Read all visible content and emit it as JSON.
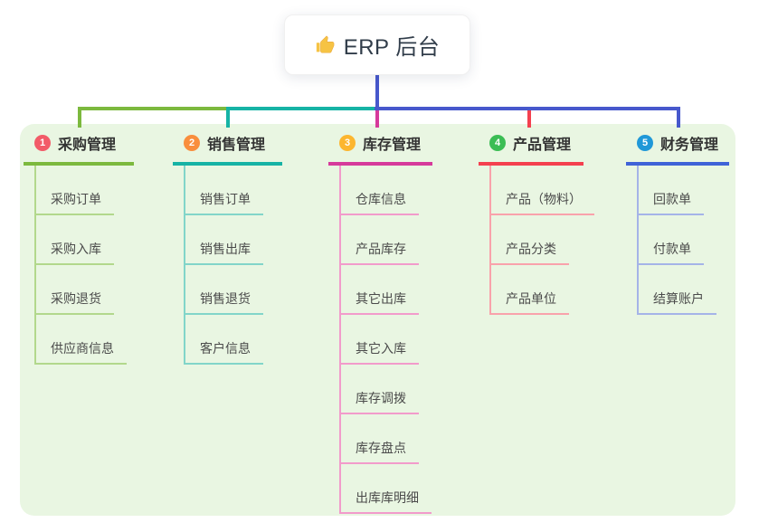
{
  "root": {
    "title": "ERP 后台",
    "icon": "thumbs-up-icon"
  },
  "colors": {
    "root_line": "#4758cc",
    "panel_bg": "#e9f6e2",
    "title_text": "#333333",
    "child_text": "#4b4b4b"
  },
  "branches": [
    {
      "badge": "1",
      "title": "采购管理",
      "badge_color": "#f25b68",
      "line_color": "#7cb93e",
      "child_line_color": "#b2d88c",
      "children": [
        "采购订单",
        "采购入库",
        "采购退货",
        "供应商信息"
      ]
    },
    {
      "badge": "2",
      "title": "销售管理",
      "badge_color": "#f98e3d",
      "line_color": "#16b3a5",
      "child_line_color": "#82d5c9",
      "children": [
        "销售订单",
        "销售出库",
        "销售退货",
        "客户信息"
      ]
    },
    {
      "badge": "3",
      "title": "库存管理",
      "badge_color": "#fcb62f",
      "line_color": "#d63a9b",
      "child_line_color": "#f29bcb",
      "children": [
        "仓库信息",
        "产品库存",
        "其它出库",
        "其它入库",
        "库存调拨",
        "库存盘点",
        "出库库明细"
      ]
    },
    {
      "badge": "4",
      "title": "产品管理",
      "badge_color": "#3bbd54",
      "line_color": "#f4404f",
      "child_line_color": "#f9a2ab",
      "children": [
        "产品（物料）",
        "产品分类",
        "产品单位"
      ]
    },
    {
      "badge": "5",
      "title": "财务管理",
      "badge_color": "#2098d8",
      "line_color": "#3f63d8",
      "child_line_color": "#a5b4e8",
      "children": [
        "回款单",
        "付款单",
        "结算账户"
      ]
    }
  ]
}
